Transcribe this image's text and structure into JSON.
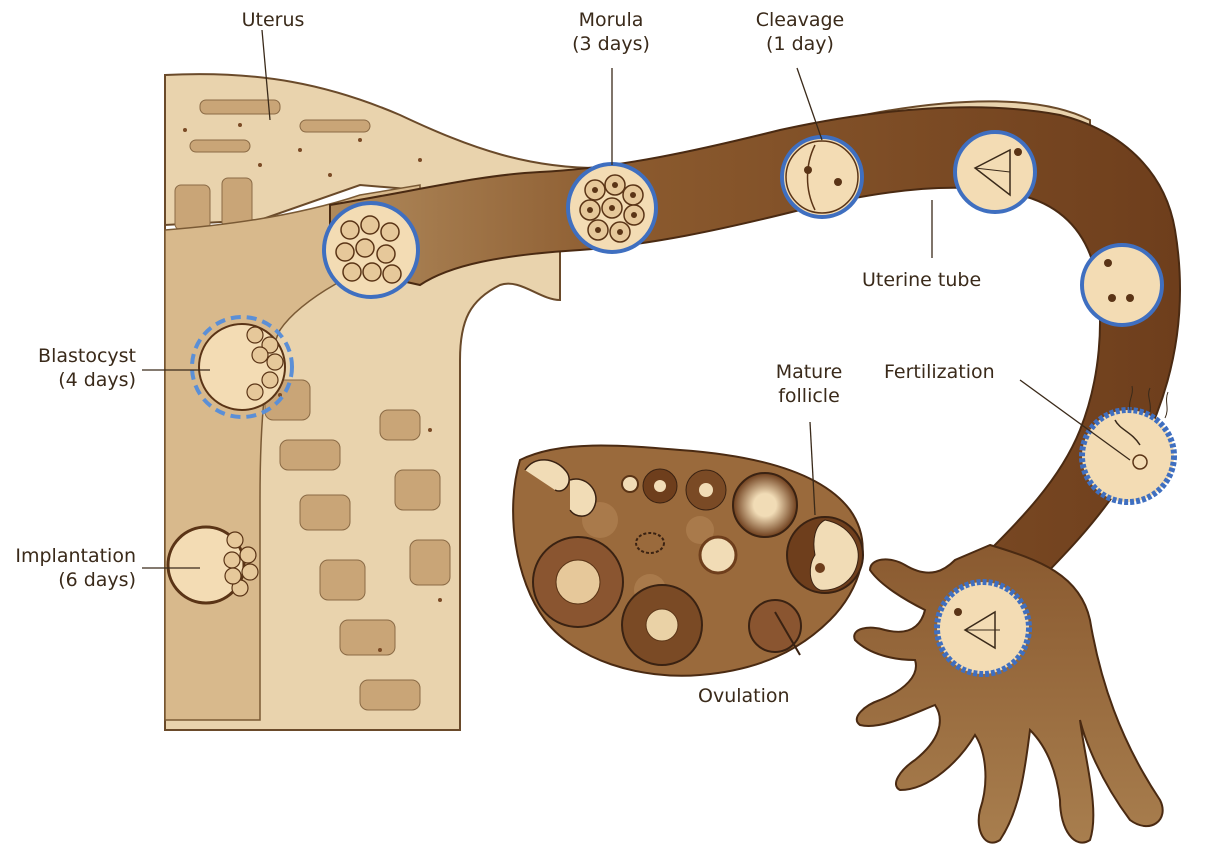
{
  "labels": {
    "uterus": "Uterus",
    "morula": {
      "line1": "Morula",
      "line2": "(3 days)"
    },
    "cleavage": {
      "line1": "Cleavage",
      "line2": "(1 day)"
    },
    "uterine_tube": "Uterine tube",
    "blastocyst": {
      "line1": "Blastocyst",
      "line2": "(4 days)"
    },
    "mature_follicle": {
      "line1": "Mature",
      "line2": "follicle"
    },
    "fertilization": "Fertilization",
    "implantation": {
      "line1": "Implantation",
      "line2": "(6 days)"
    },
    "ovulation": "Ovulation"
  },
  "colors": {
    "uterine_wall": "#e9d3ad",
    "wall_dark": "#a87e4e",
    "tube_lumen": "#7a4a25",
    "embryo_fill": "#f3dcb4",
    "cell_nucleus": "#5a3416",
    "zona_blue": "#3f6fc0",
    "ovary": "#8c5a30",
    "ink": "#3a2a1a"
  }
}
